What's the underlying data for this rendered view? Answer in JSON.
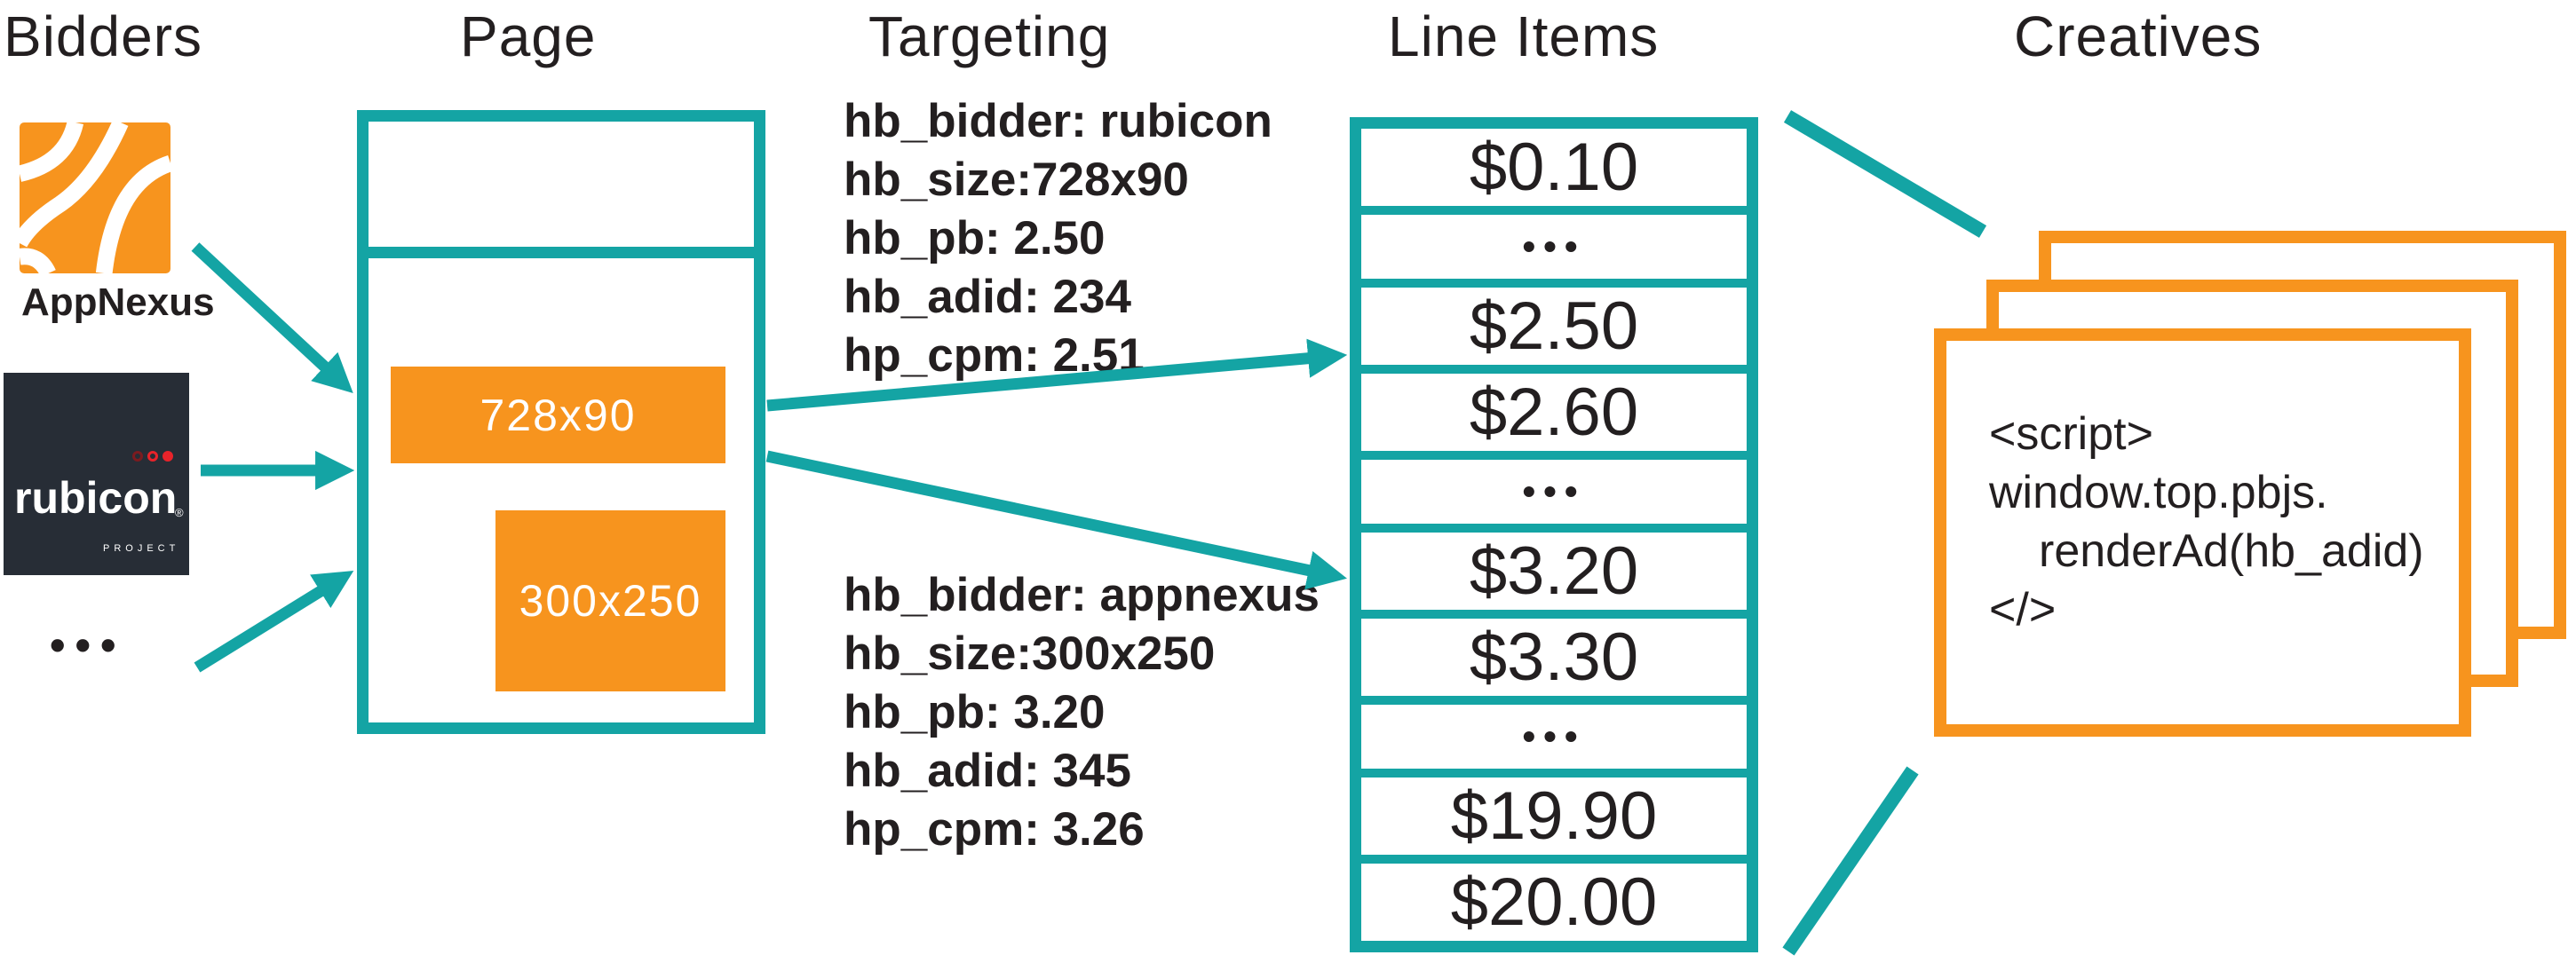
{
  "colors": {
    "teal": "#14a4a4",
    "orange": "#f7941e",
    "dark": "#231f20",
    "rubicon-bg": "#272d36",
    "rubicon-red": "#e8232a",
    "rubicon-darkred": "#7c1b1f"
  },
  "headers": {
    "bidders": "Bidders",
    "page": "Page",
    "targeting": "Targeting",
    "line_items": "Line Items",
    "creatives": "Creatives"
  },
  "bidders": {
    "appnexus_label": "AppNexus",
    "rubicon_word": "rubicon",
    "rubicon_reg": "®",
    "rubicon_project": "PROJECT",
    "ellipsis": "•••"
  },
  "page": {
    "slot_banner_label": "728x90",
    "slot_rect_label": "300x250"
  },
  "targeting": {
    "block1_lines": [
      "hb_bidder: rubicon",
      "hb_size:728x90",
      "hb_pb: 2.50",
      "hb_adid: 234",
      "hp_cpm: 2.51"
    ],
    "block2_lines": [
      "hb_bidder: appnexus",
      "hb_size:300x250",
      "hb_pb: 3.20",
      "hb_adid: 345",
      "hp_cpm: 3.26"
    ]
  },
  "line_items": {
    "rows": [
      "$0.10",
      "•••",
      "$2.50",
      "$2.60",
      "•••",
      "$3.20",
      "$3.30",
      "•••",
      "$19.90",
      "$20.00"
    ]
  },
  "creatives": {
    "script_lines": [
      "<script>",
      "window.top.pbjs.",
      "renderAd(hb_adid)",
      "</>"
    ]
  }
}
